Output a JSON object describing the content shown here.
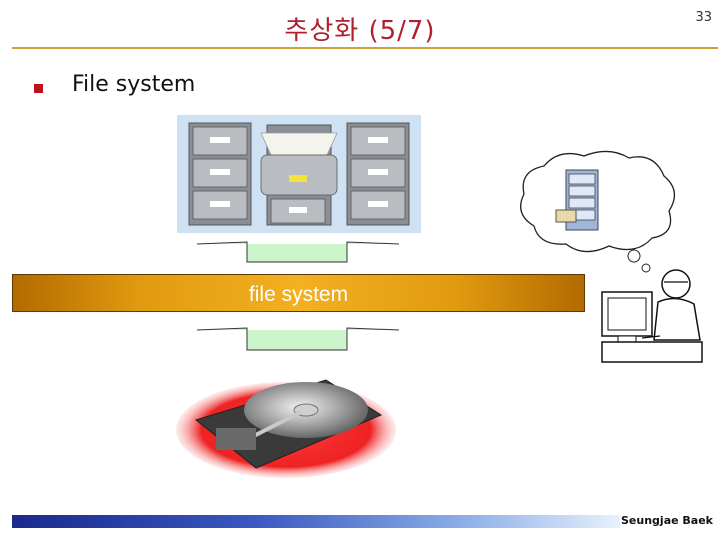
{
  "slide": {
    "title": "추상화 (5/7)",
    "page_number": "33",
    "bullet": "File system",
    "bar_label": "file system",
    "author": "Seungjae Baek"
  },
  "colors": {
    "title": "#b11f2f",
    "bullet": "#c0111c",
    "bar": "#f3b020",
    "bracket": "#ccf5cc"
  },
  "icons": [
    "file-cabinet-icon",
    "hard-disk-icon",
    "thought-bubble-icon",
    "file-drawer-icon",
    "computer-user-icon"
  ]
}
